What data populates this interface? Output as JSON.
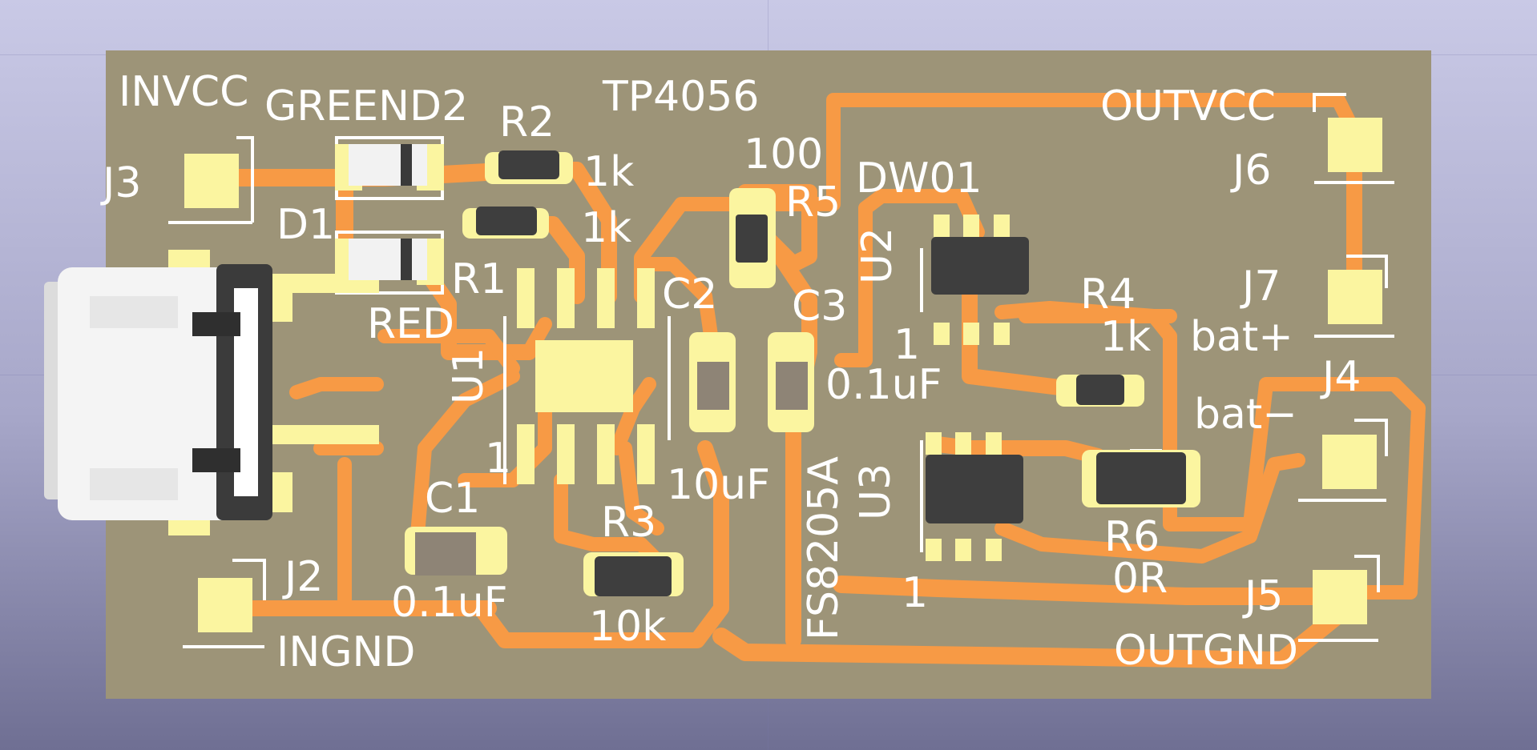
{
  "colors": {
    "board": "#9d9478",
    "copper": "#f79a45",
    "pad": "#fbf5a0",
    "silk": "#ffffff",
    "component_body": "#3e3e3e",
    "capacitor_body": "#8e8476"
  },
  "components": {
    "j3": "J3",
    "invcc": "INVCC",
    "greend2": "GREEND2",
    "d1": "D1",
    "red": "RED",
    "r2": "R2",
    "r2_val": "1k",
    "r1": "R1",
    "r1_val": "1k",
    "tp4056": "TP4056",
    "u1": "U1",
    "u1_pin1": "1",
    "c1": "C1",
    "c1_val": "0.1uF",
    "r3": "R3",
    "r3_val": "10k",
    "j2": "J2",
    "ingnd": "INGND",
    "c2": "C2",
    "c2_val": "10uF",
    "r5_val": "100",
    "r5": "R5",
    "c3": "C3",
    "c3_val": "0.1uF",
    "dw01": "DW01",
    "u2": "U2",
    "u2_pin1": "1",
    "fs8205a": "FS8205A",
    "u3": "U3",
    "u3_pin1": "1",
    "r4": "R4",
    "r4_val": "1k",
    "r6": "R6",
    "r6_val": "0R",
    "outvcc": "OUTVCC",
    "j6": "J6",
    "j7": "J7",
    "batp": "bat+",
    "batm": "bat−",
    "j4": "J4",
    "j5": "J5",
    "outgnd": "OUTGND"
  }
}
